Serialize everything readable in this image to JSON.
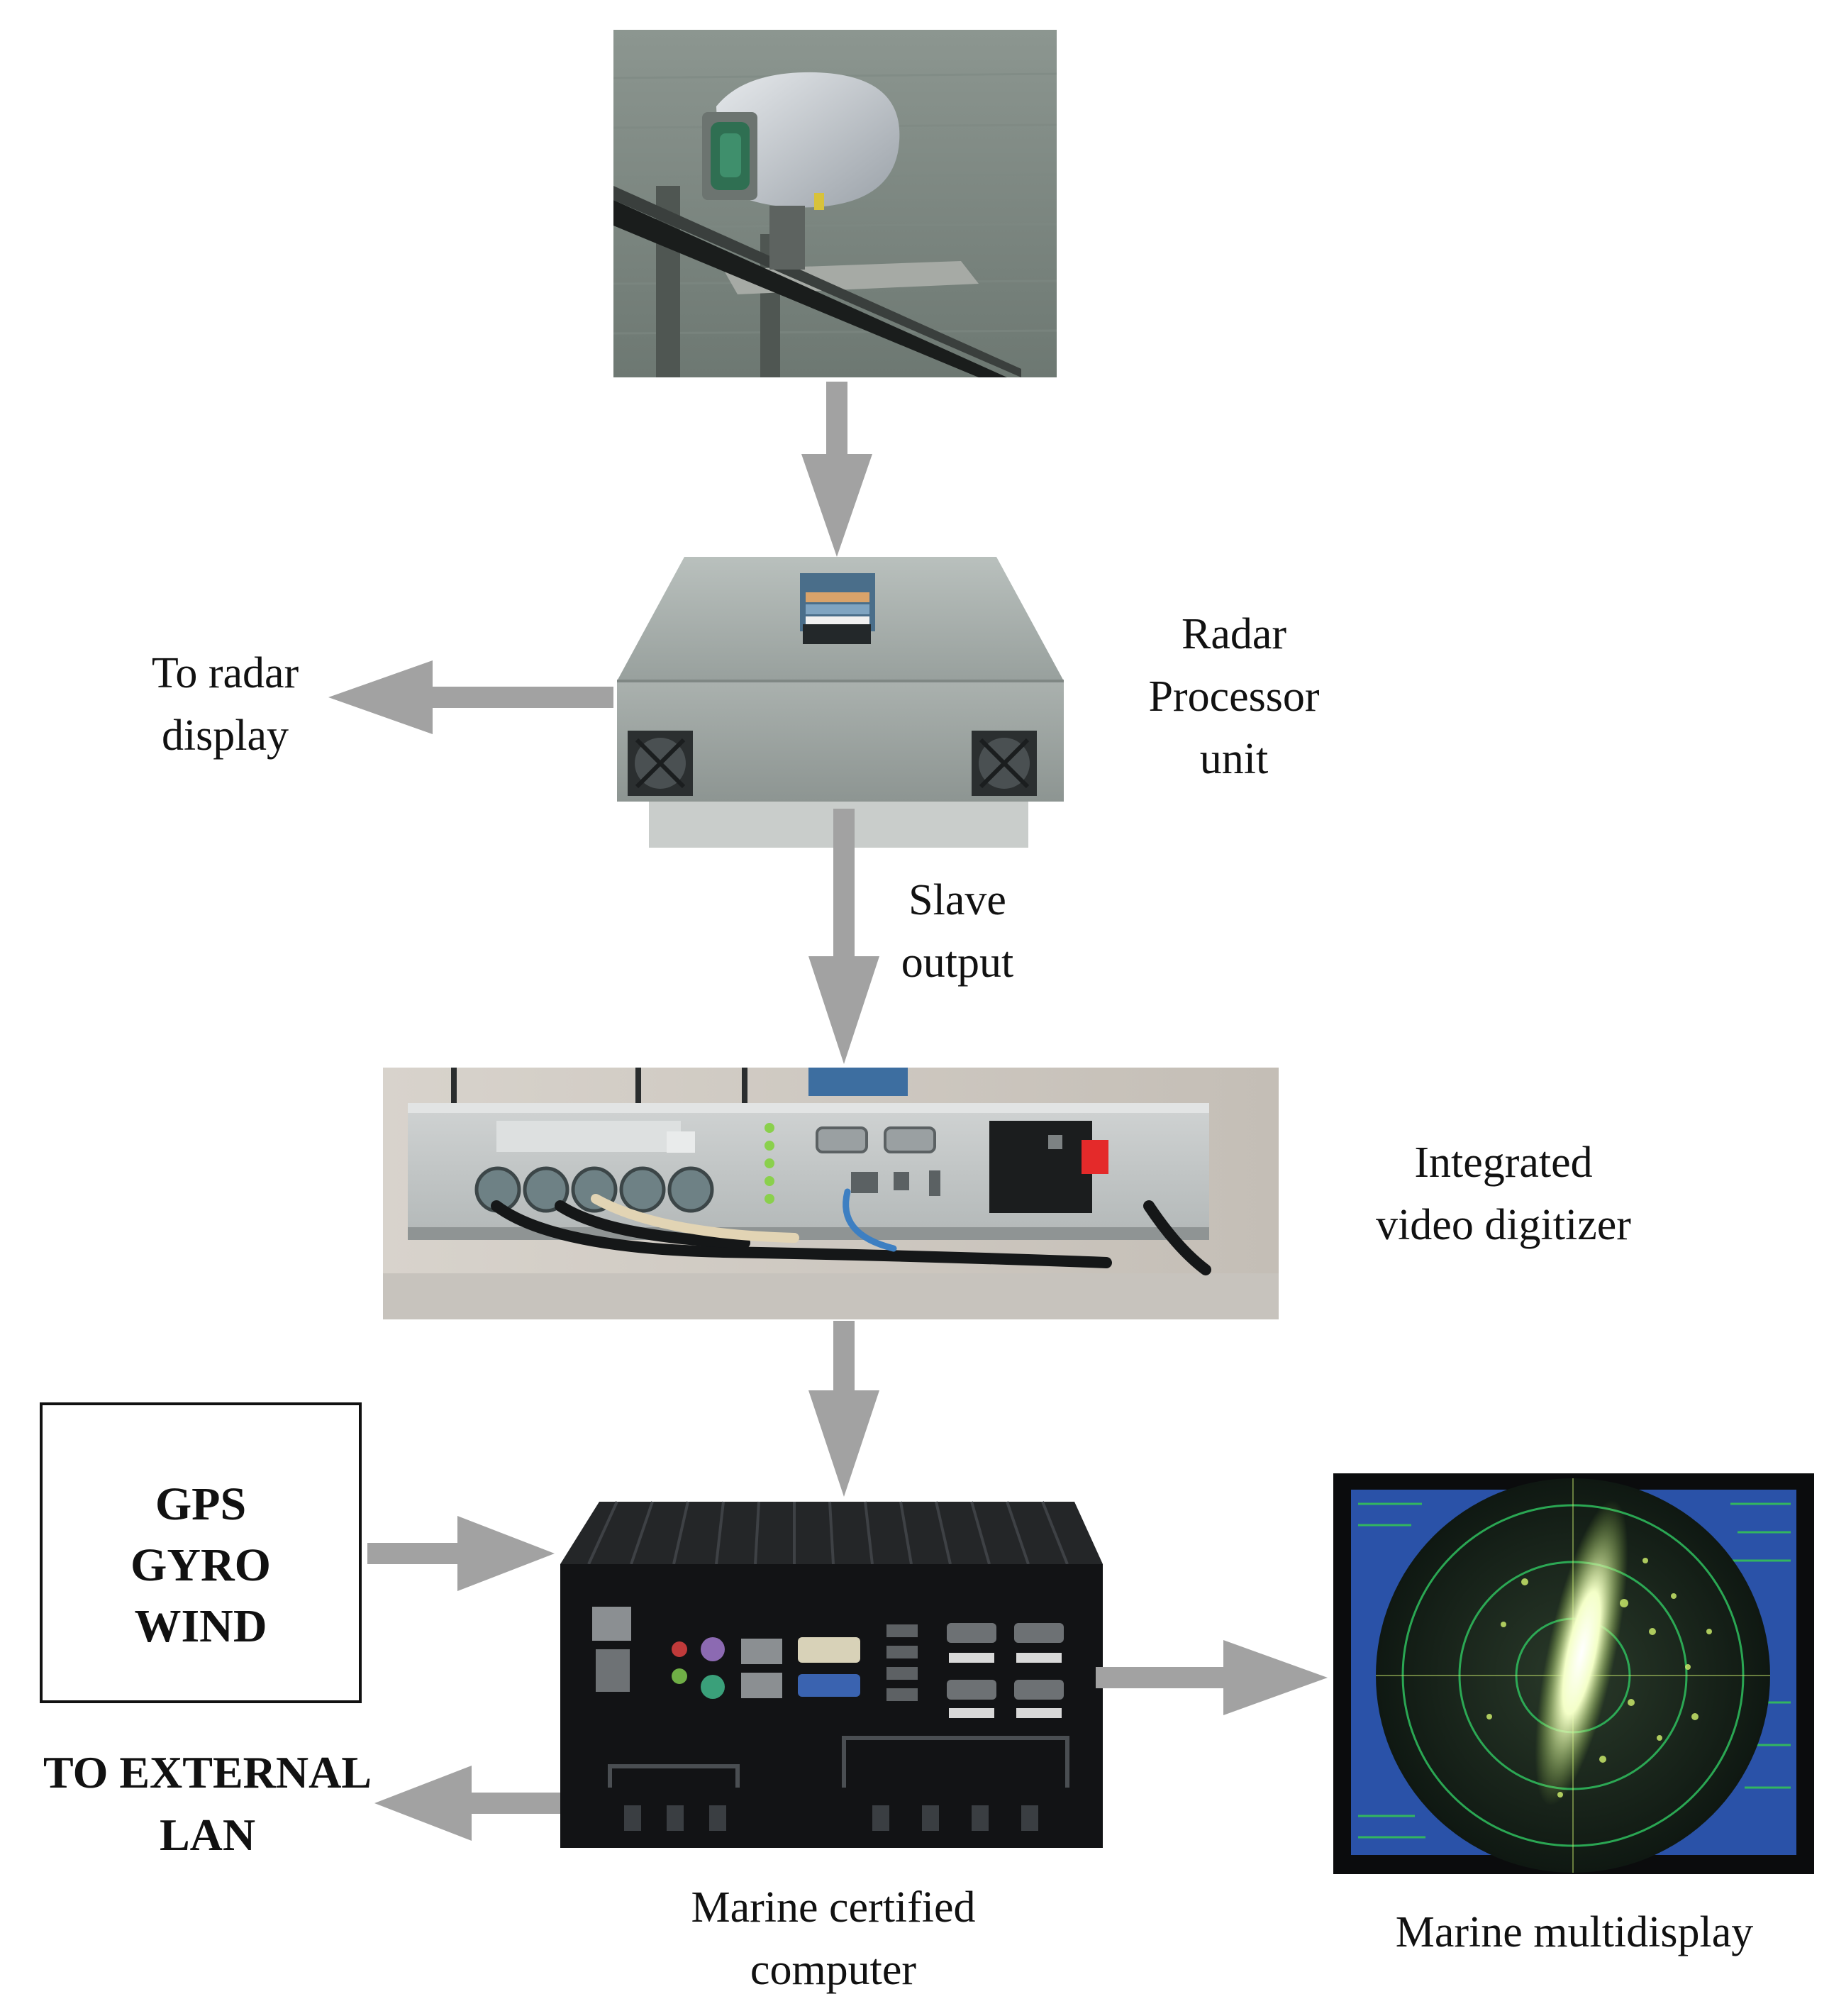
{
  "nodes": {
    "radar_antenna": {},
    "radar_processor": {
      "label_lines": [
        "Radar",
        "Processor",
        "unit"
      ]
    },
    "video_digitizer": {
      "label_lines": [
        "Integrated",
        "video digitizer"
      ]
    },
    "computer": {
      "label_lines": [
        "Marine certified",
        "computer"
      ]
    },
    "multidisplay": {
      "label_lines": [
        "Marine multidisplay"
      ]
    },
    "sensors": {
      "label_lines": [
        "GPS",
        "GYRO",
        "WIND"
      ]
    }
  },
  "outputs": {
    "radar_display": {
      "label_lines": [
        "To radar",
        "display"
      ]
    },
    "external_lan": {
      "label_lines": [
        "TO EXTERNAL",
        "LAN"
      ]
    }
  },
  "edges": {
    "antenna_to_processor": {},
    "processor_to_display": {},
    "processor_to_digitizer": {
      "label_lines": [
        "Slave",
        "output"
      ]
    },
    "digitizer_to_computer": {},
    "sensors_to_computer": {},
    "computer_to_lan": {},
    "computer_to_multidisplay": {}
  },
  "colors": {
    "arrow": "#a2a2a2",
    "text": "#111111"
  }
}
